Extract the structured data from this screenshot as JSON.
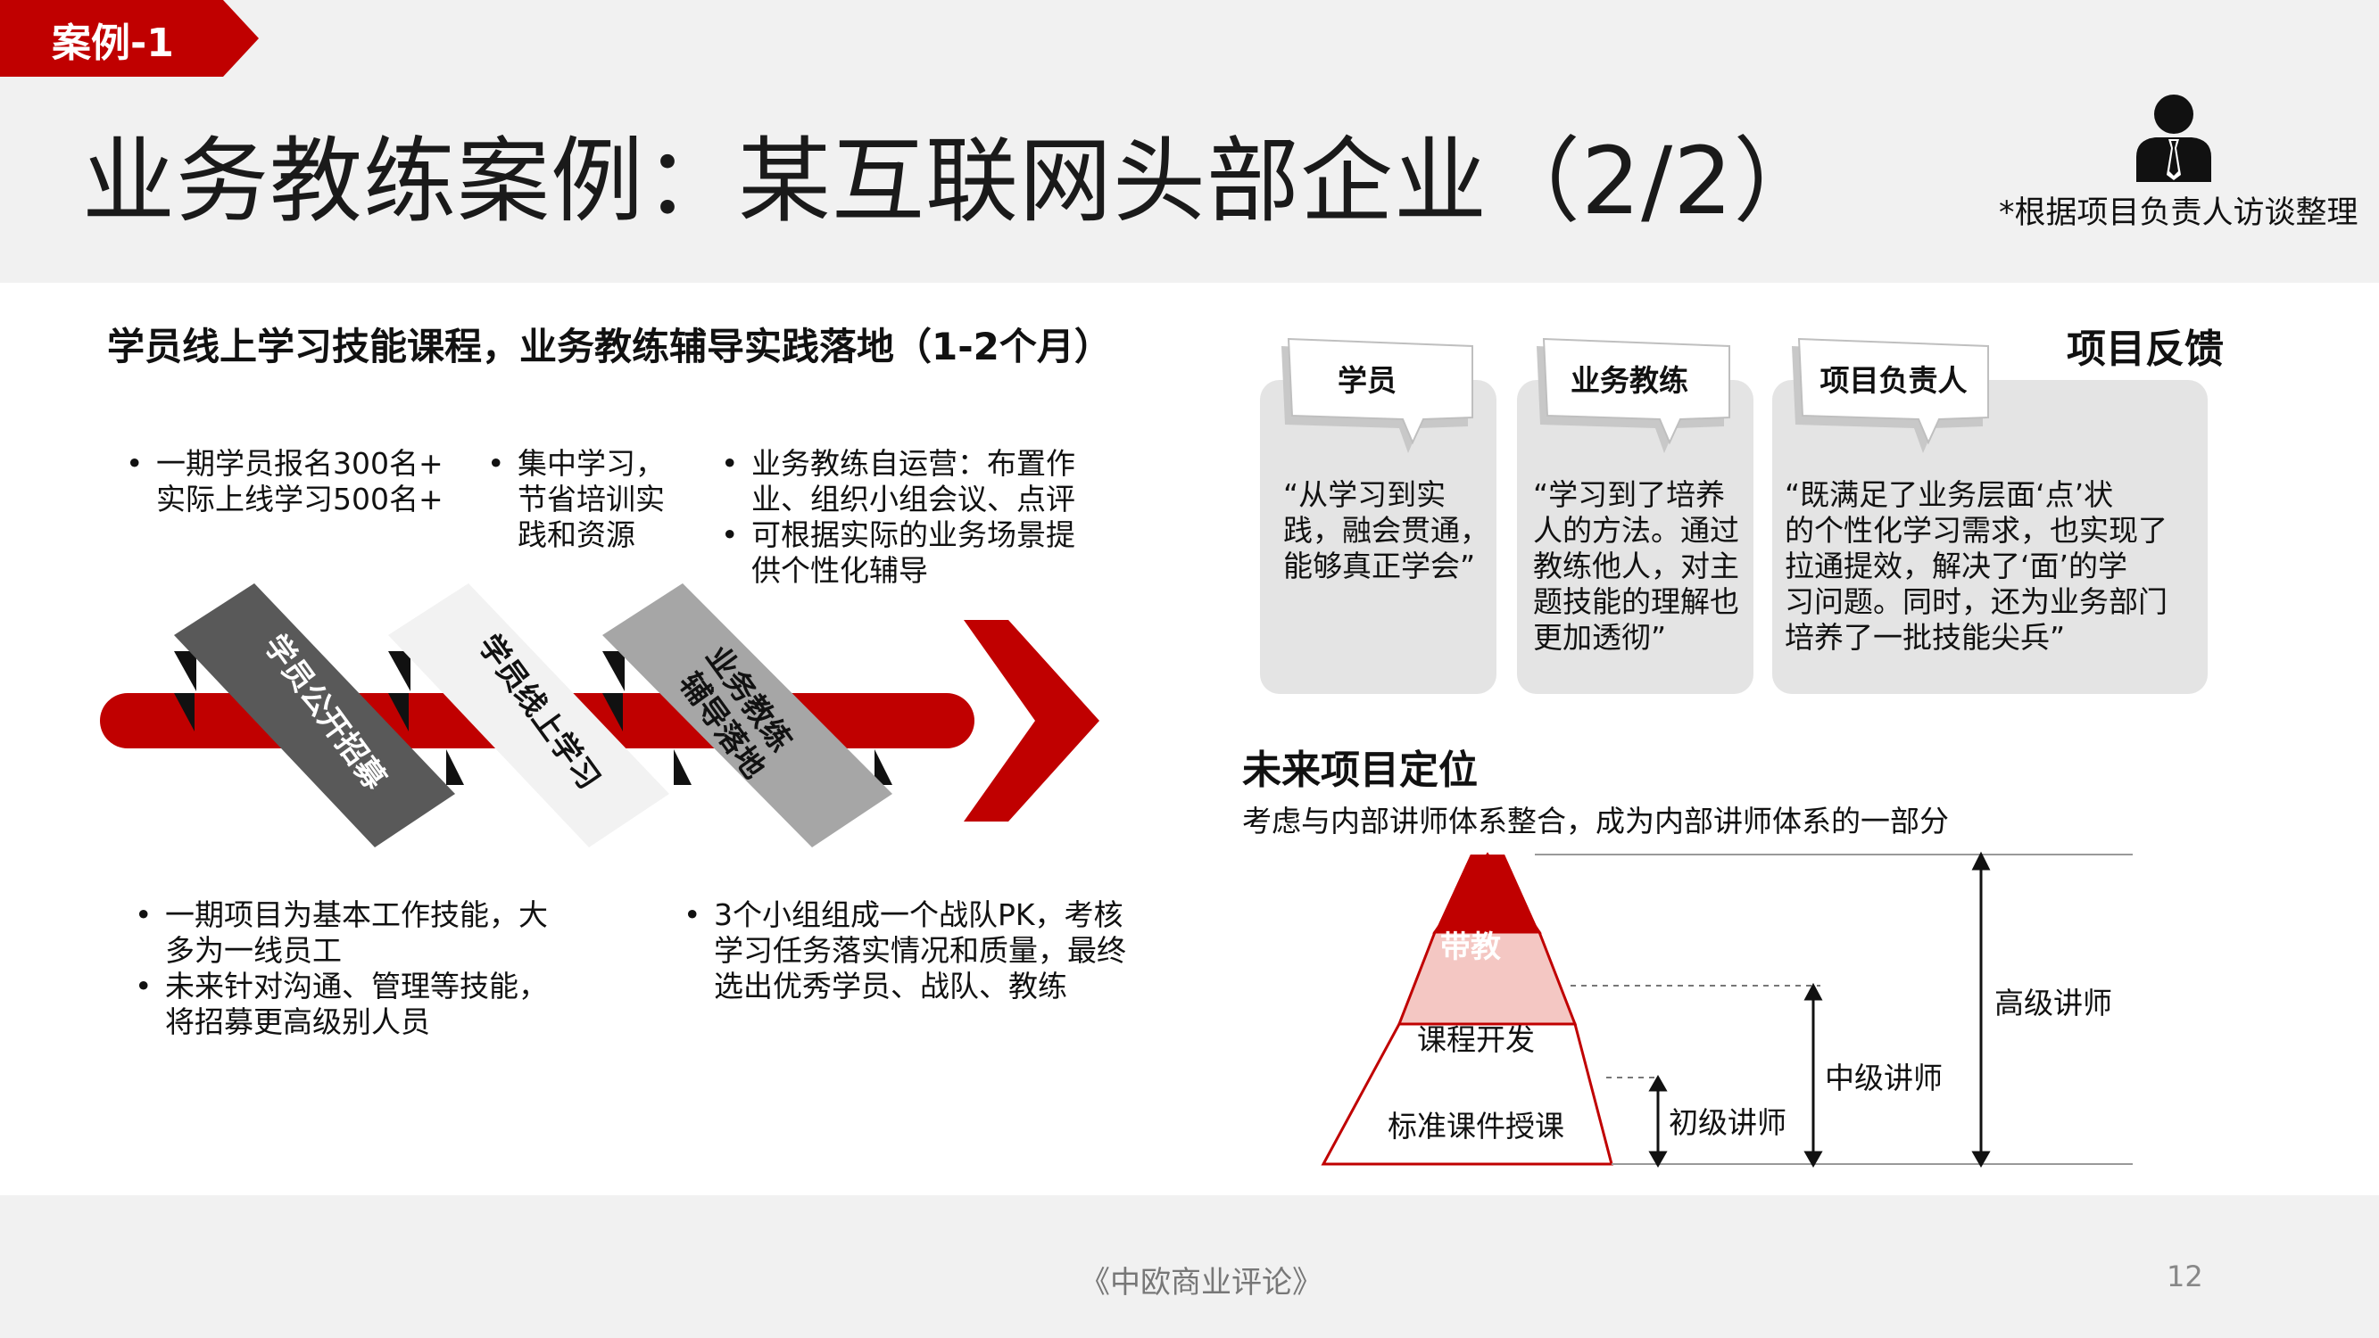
{
  "header": {
    "case_tag": "案例-1",
    "title": "业务教练案例：某互联网头部企业（2/2）",
    "source_note": "*根据项目负责人访谈整理"
  },
  "left": {
    "heading": "学员线上学习技能课程，业务教练辅导实践落地（1-2个月）",
    "top_bullets": [
      [
        "一期学员报名300名+",
        "实际上线学习500名+"
      ],
      [
        "集中学习，",
        "节省培训实",
        "践和资源"
      ],
      [
        "业务教练自运营：布置作",
        "业、组织小组会议、点评"
      ],
      [
        "可根据实际的业务场景提",
        "供个性化辅导"
      ]
    ],
    "stages": [
      {
        "line1": "学员公开招募",
        "line2": ""
      },
      {
        "line1": "学员线上学习",
        "line2": ""
      },
      {
        "line1": "业务教练",
        "line2": "辅导落地"
      }
    ],
    "bottom_bullets": [
      [
        "一期项目为基本工作技能，大",
        "多为一线员工"
      ],
      [
        "未来针对沟通、管理等技能，",
        "将招募更高级别人员"
      ],
      [
        "3个小组组成一个战队PK，考核",
        "学习任务落实情况和质量，最终",
        "选出优秀学员、战队、教练"
      ]
    ]
  },
  "feedback": {
    "heading": "项目反馈",
    "cards": [
      {
        "tab": "学员",
        "lines": [
          "“从学习到实",
          "践，融会贯通，",
          "能够真正学会”"
        ]
      },
      {
        "tab": "业务教练",
        "lines": [
          "“学习到了培养",
          "人的方法。通过",
          "教练他人，对主",
          "题技能的理解也",
          "更加透彻”"
        ]
      },
      {
        "tab": "项目负责人",
        "lines": [
          "“既满足了业务层面‘点’状",
          "的个性化学习需求，也实现了",
          "拉通提效，解决了‘面’的学",
          "习问题。同时，还为业务部门",
          "培养了一批技能尖兵”"
        ]
      }
    ]
  },
  "future": {
    "heading": "未来项目定位",
    "subtitle": "考虑与内部讲师体系整合，成为内部讲师体系的一部分",
    "pyramid": [
      "带教",
      "课程开发",
      "标准课件授课"
    ],
    "levels": [
      "初级讲师",
      "中级讲师",
      "高级讲师"
    ]
  },
  "footer": {
    "source": "《中欧商业评论》",
    "page": "12"
  },
  "colors": {
    "brand_red": "#c00000",
    "dark_gray": "#595959",
    "light_gray": "#a6a6a6",
    "panel_gray": "#e8e8e8",
    "pink": "#f4c7c3"
  }
}
